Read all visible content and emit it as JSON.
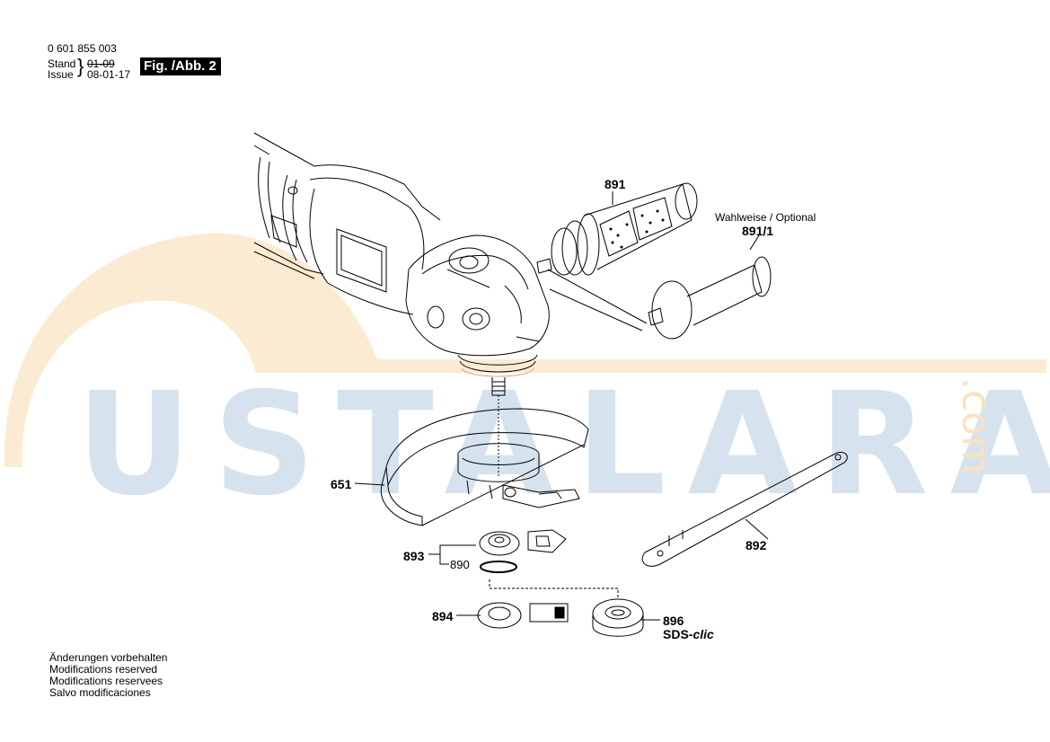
{
  "header": {
    "part_number": "0 601 855 003",
    "stand_label": "Stand",
    "issue_label": "Issue",
    "stand_value": "01-09",
    "issue_value": "08-01-17",
    "figure_label": "Fig. /Abb. 2"
  },
  "parts": {
    "p891": "891",
    "optional_label": "Wahlweise / Optional",
    "p891_1": "891/1",
    "p651": "651",
    "p893": "893",
    "p890": "890",
    "p894": "894",
    "p896": "896",
    "sds_prefix": "SDS-",
    "sds_suffix": "clic",
    "p892": "892"
  },
  "notes": {
    "de": "Änderungen vorbehalten",
    "en": "Modifications reserved",
    "fr": "Modifications reservees",
    "es": "Salvo modificaciones"
  },
  "watermark": {
    "text": "USTALARA",
    "suffix": ".com",
    "color_blue": "#d6e3ee",
    "color_orange": "#fbebd2"
  }
}
